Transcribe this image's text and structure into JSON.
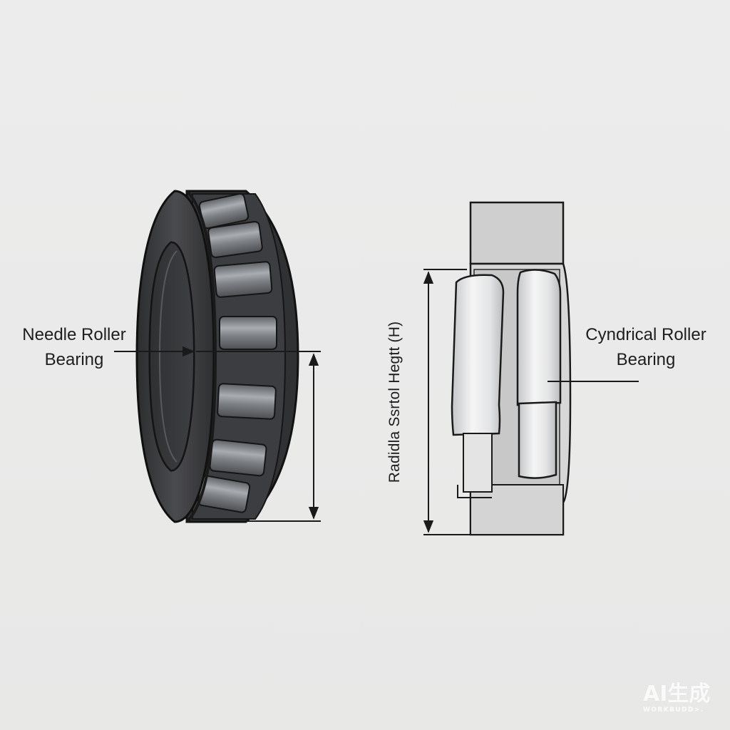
{
  "labels": {
    "needle_line1": "Needle Roller",
    "needle_line2": "Bearing",
    "cylindrical_line1": "Cyndrical Roller",
    "cylindrical_line2": "Bearing",
    "radial_height": "Radidla Ssrtol Hegtt (H)"
  },
  "watermark": {
    "main": "AI生成",
    "sub": "WORKBUDD>."
  },
  "colors": {
    "background": "#eaeaea",
    "bearing_dark": "#3a3b3d",
    "bearing_outline": "#121212",
    "roller_metal": "#8c8f93",
    "housing_gray": "#d6d6d6",
    "roller_light": "#e9eaea",
    "dimension_line": "#1a1a1a"
  }
}
